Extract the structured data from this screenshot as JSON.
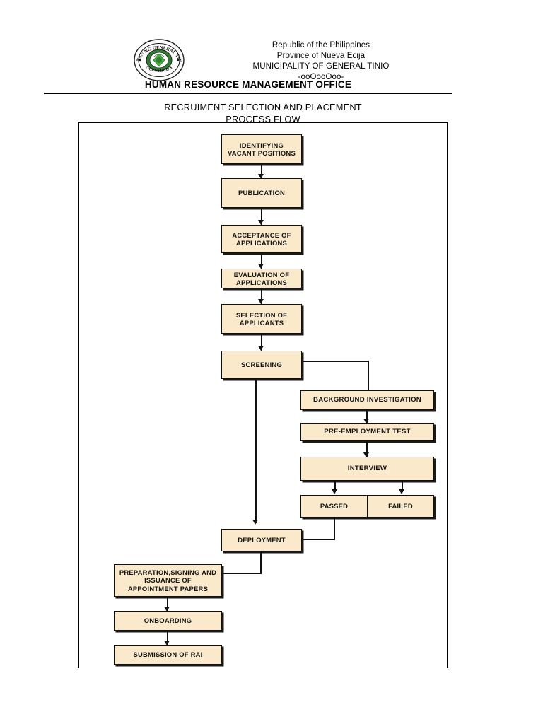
{
  "header": {
    "seal_icon": "municipal-seal-icon",
    "seal_text_top": "BAYAN NG GENERAL TINIO",
    "seal_text_bottom": "NUEVA ECIJA",
    "agency_lines": [
      "Republic of the Philippines",
      "Province of Nueva Ecija",
      "MUNICIPALITY OF GENERAL TINIO",
      "-ooOooOoo-"
    ],
    "office_title": "HUMAN RESOURCE MANAGEMENT OFFICE"
  },
  "chart": {
    "title_line1": "RECRUIMENT SELECTION AND PLACEMENT",
    "title_line2": "PROCESS FLOW"
  },
  "flow": {
    "nodes": [
      {
        "id": "identifying-vacant-positions",
        "label": "IDENTIFYING\nVACANT POSITIONS"
      },
      {
        "id": "publication",
        "label": "PUBLICATION"
      },
      {
        "id": "acceptance-of-applications",
        "label": "ACCEPTANCE OF\nAPPLICATIONS"
      },
      {
        "id": "evaluation-of-applications",
        "label": "EVALUATION OF\nAPPLICATIONS"
      },
      {
        "id": "selection-of-applicants",
        "label": "SELECTION OF\nAPPLICANTS"
      },
      {
        "id": "screening",
        "label": "SCREENING"
      },
      {
        "id": "background-investigation",
        "label": "BACKGROUND INVESTIGATION"
      },
      {
        "id": "pre-employment-test",
        "label": "PRE-EMPLOYMENT TEST"
      },
      {
        "id": "interview",
        "label": "INTERVIEW"
      },
      {
        "id": "passed",
        "label": "PASSED"
      },
      {
        "id": "failed",
        "label": "FAILED"
      },
      {
        "id": "deployment",
        "label": "DEPLOYMENT"
      },
      {
        "id": "preparation-signing-issuance",
        "label": "PREPARATION,SIGNING AND\nISSUANCE OF\nAPPOINTMENT PAPERS"
      },
      {
        "id": "onboarding",
        "label": "ONBOARDING"
      },
      {
        "id": "submission-of-rai",
        "label": "SUBMISSION OF RAI"
      }
    ],
    "box_fill_color": "#faeacb",
    "box_border_color": "#111111"
  }
}
